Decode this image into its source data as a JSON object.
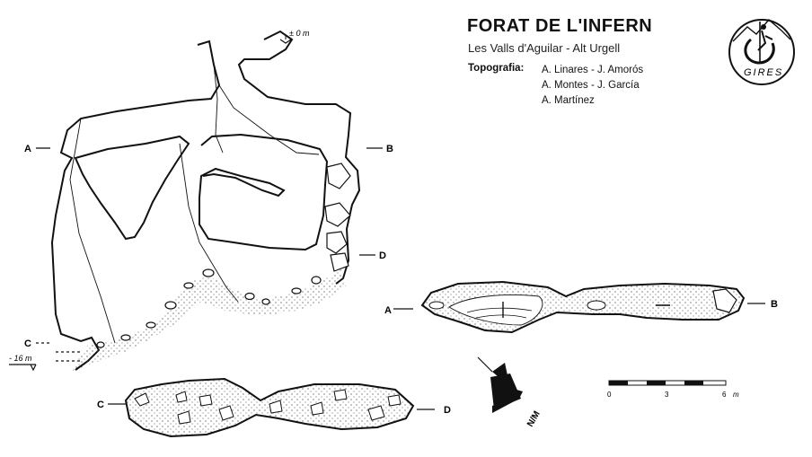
{
  "header": {
    "title": "FORAT DE L'INFERN",
    "subtitle": "Les Valls d'Aguilar - Alt Urgell",
    "topography_label": "Topografia:",
    "surveyors": [
      "A. Linares - J. Amorós",
      "A. Montes - J. García",
      "A. Martínez"
    ]
  },
  "logo": {
    "text": "GIRES",
    "icon": "caver-climbing-logo-icon"
  },
  "section_labels": {
    "a": "A",
    "b": "B",
    "c": "C",
    "d": "D"
  },
  "depth_markers": {
    "top": "± 0 m",
    "bottom": "- 16 m"
  },
  "scale_bar": {
    "ticks": [
      "0",
      "3",
      "6"
    ],
    "unit": "m"
  },
  "north_arrow": {
    "label": "N/M",
    "icon": "north-arrow-icon"
  }
}
